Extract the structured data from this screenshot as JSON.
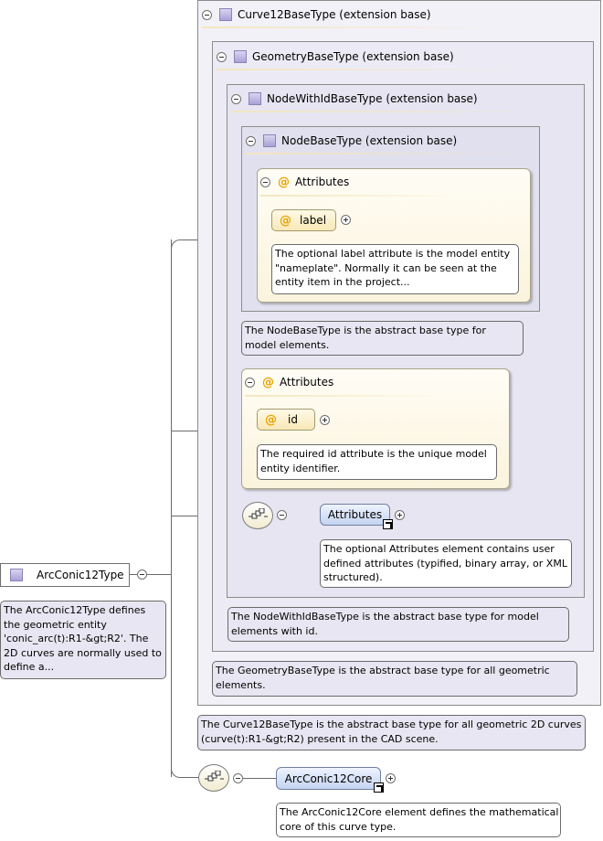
{
  "root": {
    "name": "ArcConic12Type",
    "doc": "The ArcConic12Type defines\nthe geometric entity\n'conic_arc(t):R1-&gt;R2'. The\n2D curves are normally used to\ndefine a..."
  },
  "curve12": {
    "title": "Curve12BaseType (extension base)",
    "doc": "The Curve12BaseType is the abstract base type for all geometric 2D curves\n(curve(t):R1-&gt;R2) present in the CAD scene."
  },
  "geometry": {
    "title": "GeometryBaseType (extension base)",
    "doc": "The GeometryBaseType is the abstract base type for all geometric\nelements."
  },
  "nodeWithId": {
    "title": "NodeWithIdBaseType (extension base)",
    "doc": "The NodeWithIdBaseType is the abstract base type for model\nelements with id."
  },
  "nodeBase": {
    "title": "NodeBaseType (extension base)",
    "doc": "The NodeBaseType is the abstract base type for\nmodel elements.",
    "attributes": {
      "title": "Attributes",
      "attr_name": "label",
      "attr_doc": "The optional label attribute is the model entity\n\"nameplate\". Normally it can be seen at the\nentity item in the project..."
    }
  },
  "idGroup": {
    "title": "Attributes",
    "attr_name": "id",
    "attr_doc": "The required id attribute is the unique model\nentity identifier."
  },
  "attributesElement": {
    "name": "Attributes",
    "doc": "The optional Attributes element contains user\ndefined attributes (typified, binary array, or XML\nstructured)."
  },
  "coreElement": {
    "name": "ArcConic12Core",
    "doc": "The ArcConic12Core element defines the mathematical\ncore of this curve type."
  },
  "icons": {
    "collapse": "collapse-minus-icon",
    "expand": "expand-plus-icon",
    "type": "complex-type-icon",
    "attribute": "attribute-at-icon",
    "sequence": "sequence-compositor-icon",
    "reference": "reference-arrow-icon"
  }
}
